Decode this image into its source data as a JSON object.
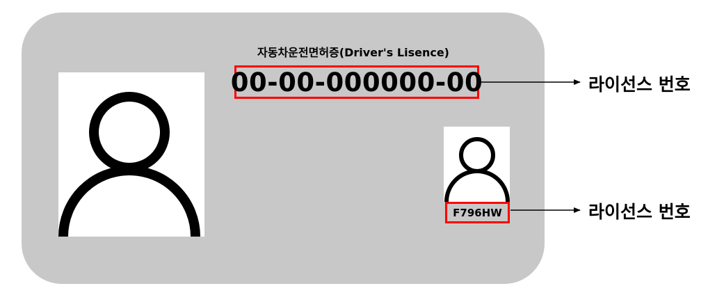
{
  "card": {
    "title": "자동차운전면허증(Driver's Lisence)",
    "license_number": "00-00-000000-00",
    "license_code": "F796HW"
  },
  "callouts": [
    {
      "label": "라이선스 번호"
    },
    {
      "label": "라이선스 번호"
    }
  ],
  "icons": {
    "large_photo": "person-silhouette-icon",
    "small_photo": "person-silhouette-icon"
  },
  "colors": {
    "card_background": "#c8c8c8",
    "highlight_border": "#ff0000",
    "photo_background": "#ffffff"
  }
}
